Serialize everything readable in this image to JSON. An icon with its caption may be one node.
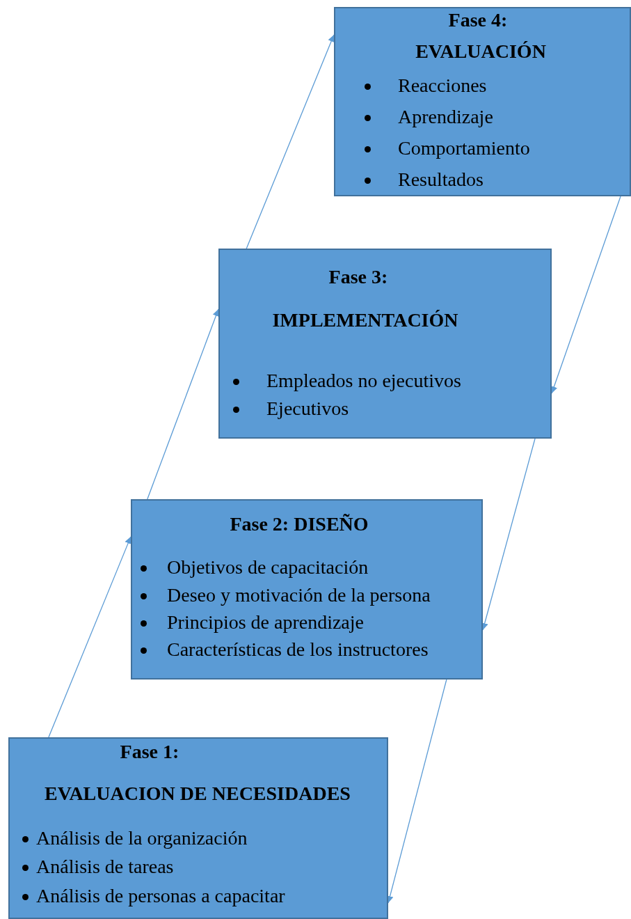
{
  "diagram": {
    "nodes": [
      {
        "text": [
          "Fase 4:",
          "EVALUACIÓN",
          "Reacciones",
          "Aprendizaje",
          "Comportamiento",
          "Resultados"
        ]
      },
      {
        "text": [
          "Fase 3:",
          "IMPLEMENTACIÓN",
          "Empleados no ejecutivos",
          "Ejecutivos"
        ]
      },
      {
        "text": [
          "Fase 2: DISEÑO",
          "Objetivos de capacitación",
          "Deseo y motivación de la persona",
          "Principios de aprendizaje",
          "Características de los instructores"
        ]
      },
      {
        "text": [
          "Fase 1:",
          "EVALUACION DE NECESIDADES",
          "Análisis de la organización",
          "Análisis de tareas",
          "Análisis de personas a capacitar"
        ]
      }
    ],
    "edges": [
      {
        "from": 3,
        "to": 2,
        "arrow": "to"
      },
      {
        "from": 2,
        "to": 1,
        "arrow": "to"
      },
      {
        "from": 1,
        "to": 0,
        "arrow": "to"
      },
      {
        "from": 0,
        "to": 1,
        "arrow": "to"
      },
      {
        "from": 1,
        "to": 2,
        "arrow": "to"
      },
      {
        "from": 2,
        "to": 3,
        "arrow": "to"
      }
    ]
  }
}
